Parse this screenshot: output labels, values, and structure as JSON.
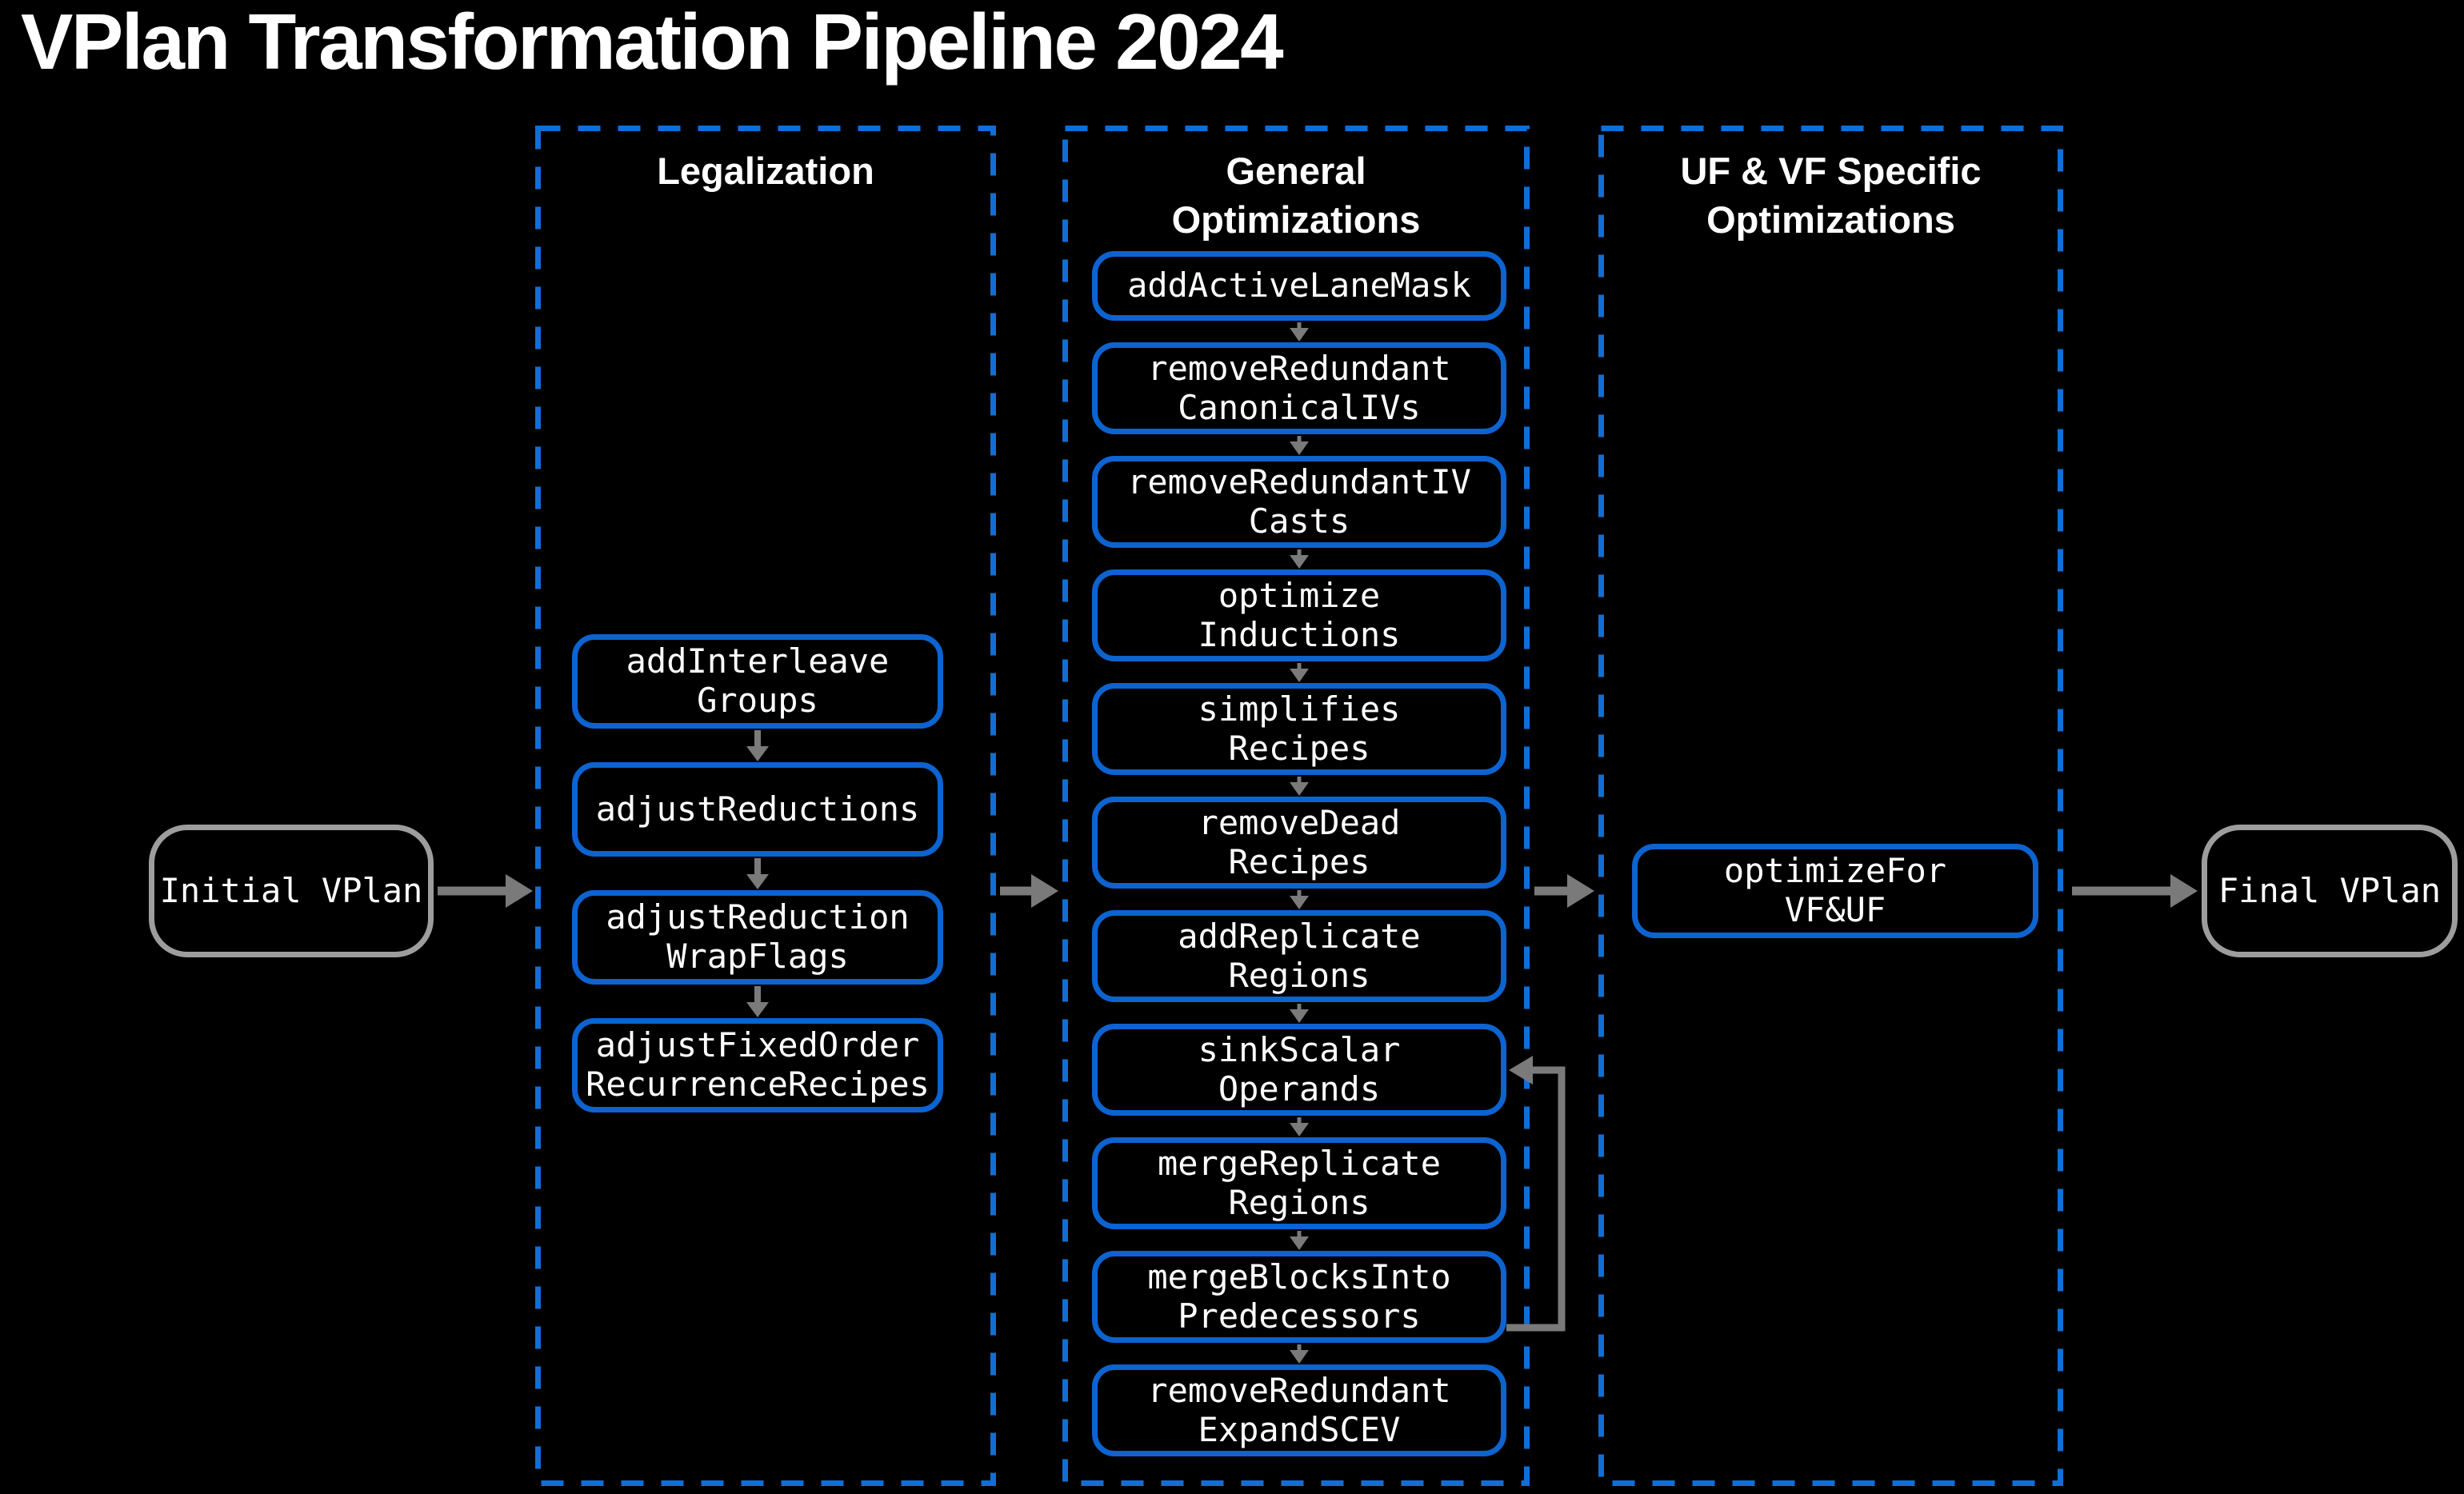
{
  "title": "VPlan Transformation Pipeline 2024",
  "terminals": {
    "initial": "Initial VPlan",
    "final": "Final VPlan"
  },
  "columns": [
    {
      "id": "legalization",
      "header_lines": [
        "Legalization"
      ],
      "boxes": [
        [
          "addInterleave",
          "Groups"
        ],
        [
          "adjustReductions"
        ],
        [
          "adjustReduction",
          "WrapFlags"
        ],
        [
          "adjustFixedOrder",
          "RecurrenceRecipes"
        ]
      ]
    },
    {
      "id": "general-optimizations",
      "header_lines": [
        "General",
        "Optimizations"
      ],
      "boxes": [
        [
          "addActiveLaneMask"
        ],
        [
          "removeRedundant",
          "CanonicalIVs"
        ],
        [
          "removeRedundantIV",
          "Casts"
        ],
        [
          "optimize",
          "Inductions"
        ],
        [
          "simplifies",
          "Recipes"
        ],
        [
          "removeDead",
          "Recipes"
        ],
        [
          "addReplicate",
          "Regions"
        ],
        [
          "sinkScalar",
          "Operands"
        ],
        [
          "mergeReplicate",
          "Regions"
        ],
        [
          "mergeBlocksInto",
          "Predecessors"
        ],
        [
          "removeRedundant",
          "ExpandSCEV"
        ]
      ]
    },
    {
      "id": "uf-vf-specific-optimizations",
      "header_lines": [
        "UF & VF Specific",
        "Optimizations"
      ],
      "boxes": [
        [
          "optimizeFor",
          "VF&UF"
        ]
      ]
    }
  ],
  "loop_edge": {
    "from": "mergeBlocksIntoPredecessors",
    "to": "sinkScalarOperands"
  },
  "colors": {
    "background": "#000000",
    "column_dash_blue": "#0f6fd7",
    "box_border_blue": "#0d63cf",
    "terminal_border_gray": "#9d9d9d",
    "arrow_gray": "#7a7a7a",
    "text_white": "#ffffff"
  }
}
